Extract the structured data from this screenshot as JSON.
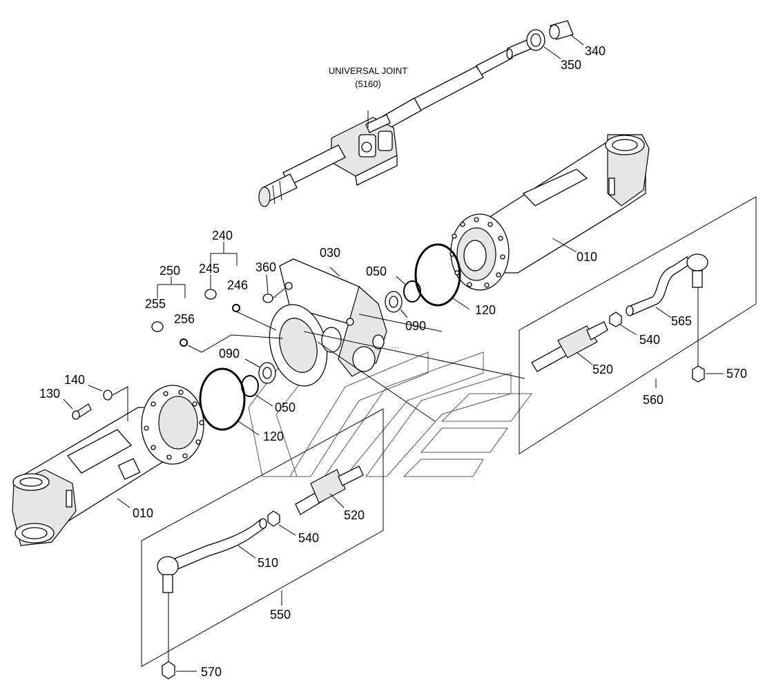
{
  "diagram": {
    "universal_joint": {
      "name": "UNIVERSAL JOINT",
      "code": "(5160)"
    },
    "labels": [
      "340",
      "350",
      "010",
      "030",
      "240",
      "245",
      "246",
      "360",
      "250",
      "255",
      "256",
      "050",
      "090",
      "120",
      "090",
      "050",
      "120",
      "140",
      "130",
      "010",
      "520",
      "540",
      "565",
      "570",
      "560",
      "520",
      "540",
      "510",
      "550",
      "570"
    ]
  }
}
